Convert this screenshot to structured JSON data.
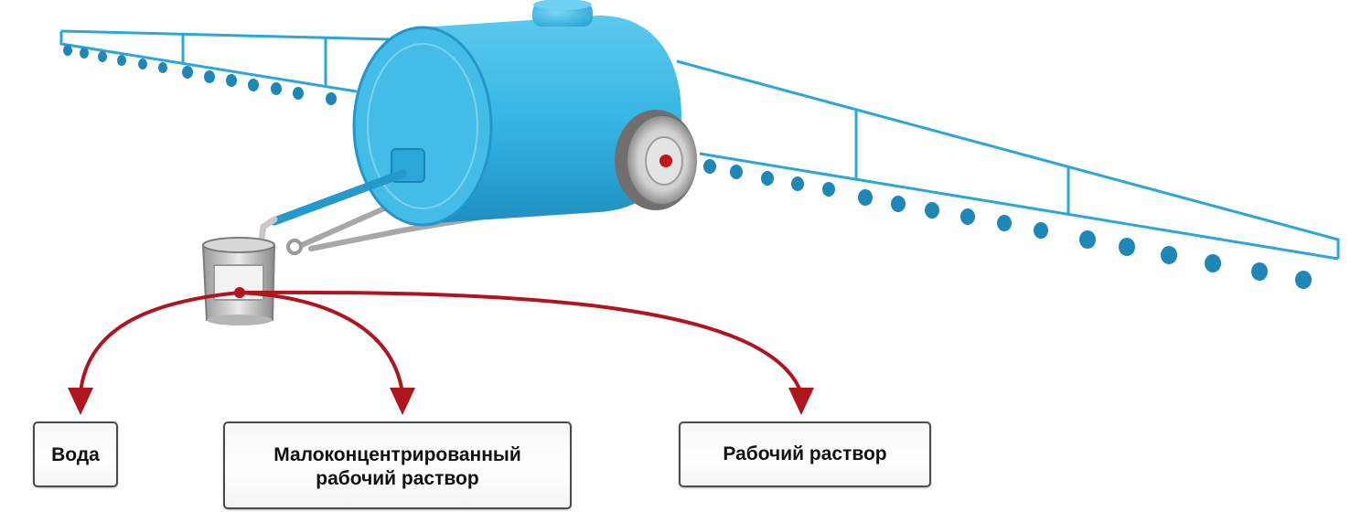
{
  "diagram": {
    "colors": {
      "tank": "#35b6e4",
      "tank_dark": "#1f8fc0",
      "boom": "#2aa6d8",
      "arrow": "#b0141e",
      "box_border": "#4a4a4a"
    },
    "icons": [
      "sprayer-tank-icon",
      "wheel-icon",
      "boom-icon",
      "nozzle-icon",
      "bucket-icon"
    ],
    "labels": {
      "water": "Вода",
      "low_concentration": "Малоконцентрированный\nрабочий раствор",
      "working_solution": "Рабочий раствор"
    }
  }
}
